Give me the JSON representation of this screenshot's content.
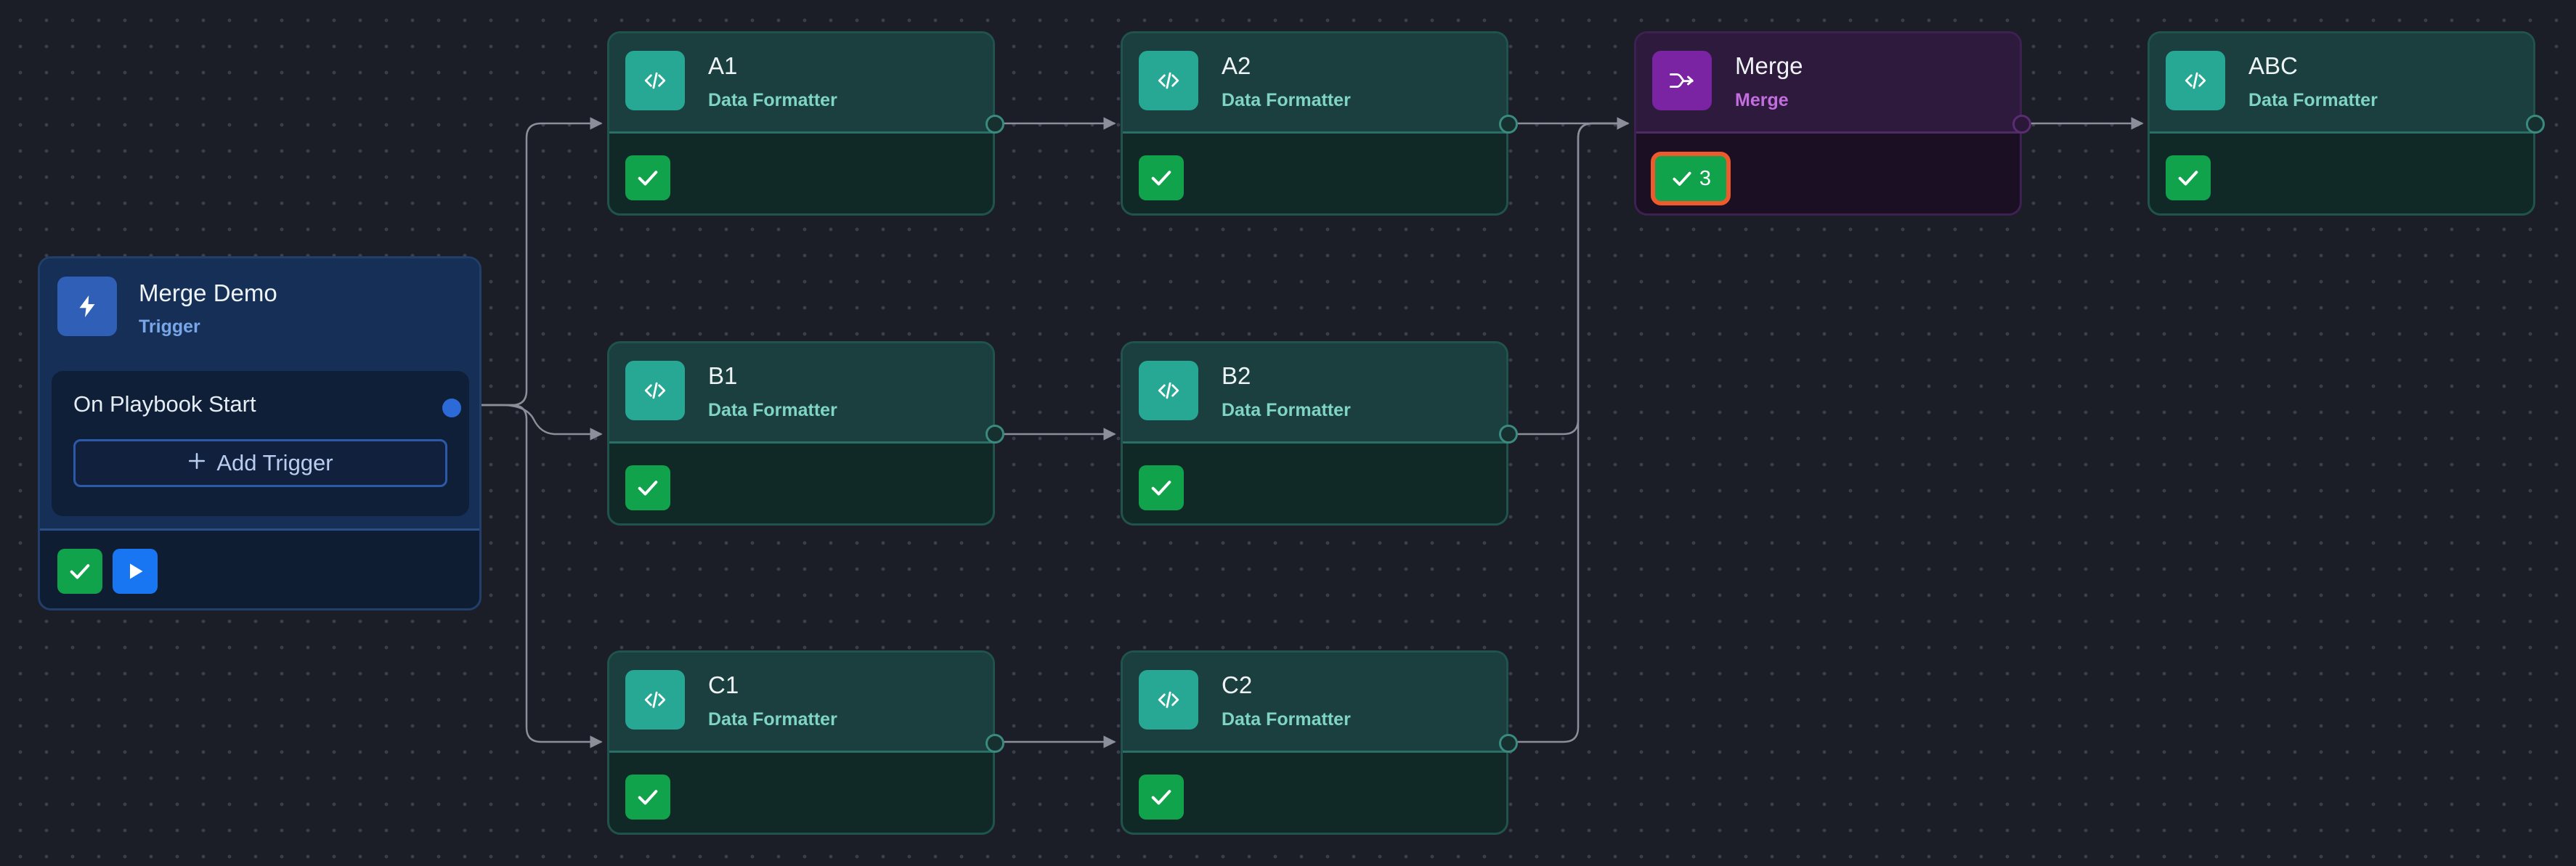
{
  "trigger_node": {
    "title": "Merge Demo",
    "subtitle": "Trigger",
    "trigger_label": "On Playbook Start",
    "add_trigger_label": "Add Trigger",
    "icon": "lightning-icon"
  },
  "nodes": {
    "a1": {
      "title": "A1",
      "subtitle": "Data Formatter",
      "icon": "code-icon"
    },
    "a2": {
      "title": "A2",
      "subtitle": "Data Formatter",
      "icon": "code-icon"
    },
    "b1": {
      "title": "B1",
      "subtitle": "Data Formatter",
      "icon": "code-icon"
    },
    "b2": {
      "title": "B2",
      "subtitle": "Data Formatter",
      "icon": "code-icon"
    },
    "c1": {
      "title": "C1",
      "subtitle": "Data Formatter",
      "icon": "code-icon"
    },
    "c2": {
      "title": "C2",
      "subtitle": "Data Formatter",
      "icon": "code-icon"
    },
    "merge": {
      "title": "Merge",
      "subtitle": "Merge",
      "icon": "merge-icon",
      "status_count": "3"
    },
    "abc": {
      "title": "ABC",
      "subtitle": "Data Formatter",
      "icon": "code-icon"
    }
  },
  "colors": {
    "canvas": "#1b1e27",
    "formatter_accent": "#26a894",
    "merge_accent": "#7a24a3",
    "trigger_accent": "#2f5fb6",
    "success": "#11a34c",
    "highlight": "#ee5a2b",
    "play": "#1976f2"
  }
}
